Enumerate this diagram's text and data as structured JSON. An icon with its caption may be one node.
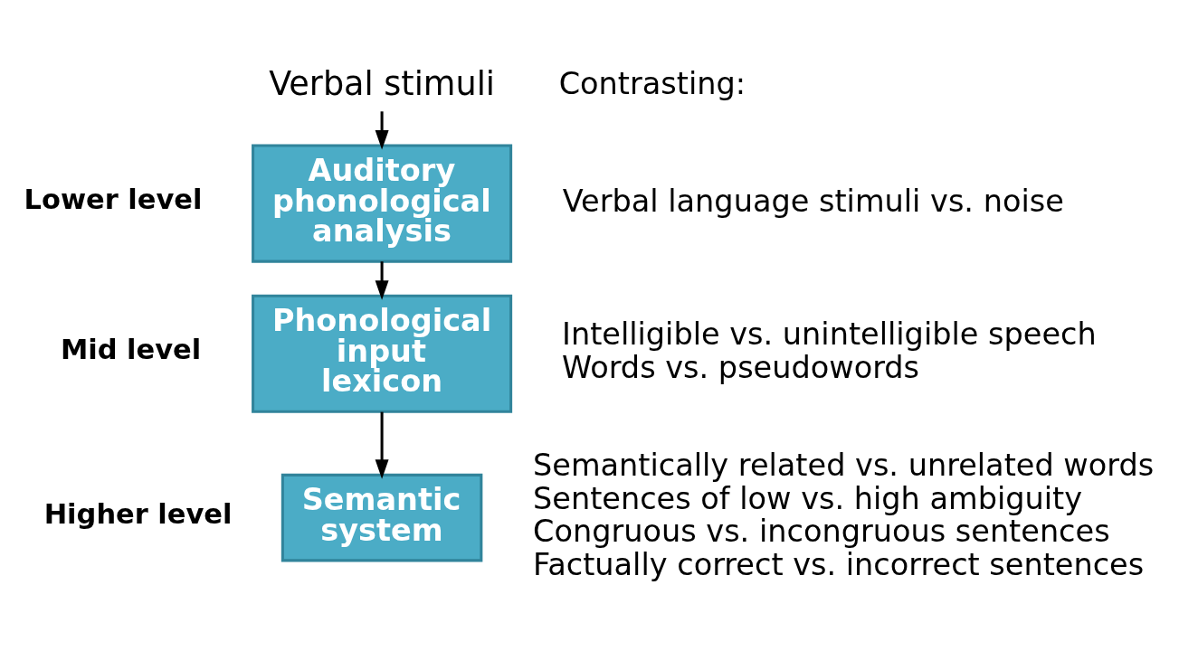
{
  "diagram": {
    "nodes": [
      {
        "text": [
          "Verbal stimuli"
        ]
      },
      {
        "text": [
          "Auditory phonological analysis"
        ],
        "beside": [
          "Lower level",
          "Verbal language stimuli vs. noise"
        ]
      },
      {
        "text": [
          "Phonological input lexicon"
        ],
        "beside": [
          "Mid level",
          "Intelligible vs. unintelligible speech",
          "Words vs. pseudowords"
        ]
      },
      {
        "text": [
          "Semantic system"
        ],
        "beside": [
          "Higher level",
          "Semantically related vs. unrelated words",
          "Sentences of low vs. high ambiguity",
          "Congruous vs. incongruous sentences",
          "Factually correct vs. incorrect sentences"
        ]
      }
    ],
    "edges": [
      {
        "from": 0,
        "to": 1,
        "arrow": "to"
      },
      {
        "from": 1,
        "to": 2,
        "arrow": "to"
      },
      {
        "from": 2,
        "to": 3,
        "arrow": "to"
      }
    ],
    "labels": [
      "Contrasting:"
    ]
  }
}
